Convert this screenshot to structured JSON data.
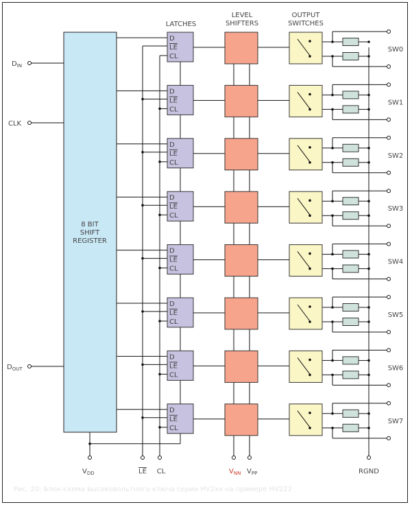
{
  "diagram": {
    "colors": {
      "shift_register": "#c9e8f6",
      "latch": "#c6c2df",
      "level_shifter": "#f7a48c",
      "output_switch": "#fbf6c6",
      "resistor": "#cfe3dc",
      "wire": "#111111",
      "vnn_label": "#cc3b2a"
    },
    "shift_register": {
      "label_line1": "8 BIT",
      "label_line2": "SHIFT",
      "label_line3": "REGISTER"
    },
    "column_headers": {
      "latches": "LATCHES",
      "level_shifters_line1": "LEVEL",
      "level_shifters_line2": "SHIFTERS",
      "output_switches_line1": "OUTPUT",
      "output_switches_line2": "SWITCHES"
    },
    "latch_pins": {
      "d": "D",
      "le": "LE",
      "cl": "CL"
    },
    "inputs": {
      "din": {
        "main": "D",
        "sub": "IN"
      },
      "clk": "CLK",
      "dout": {
        "main": "D",
        "sub": "OUT"
      }
    },
    "bottom_pins": {
      "vdd": {
        "main": "V",
        "sub": "DD"
      },
      "le": "LE",
      "cl": "CL",
      "vnn": {
        "main": "V",
        "sub": "NN"
      },
      "vpp": {
        "main": "V",
        "sub": "PP"
      },
      "rgnd": "RGND"
    },
    "channels": [
      "SW0",
      "SW1",
      "SW2",
      "SW3",
      "SW4",
      "SW5",
      "SW6",
      "SW7"
    ],
    "caption": "Рис. 20: Блок-схема высоковольтного ключа серии HV2xx на примере HV222"
  }
}
